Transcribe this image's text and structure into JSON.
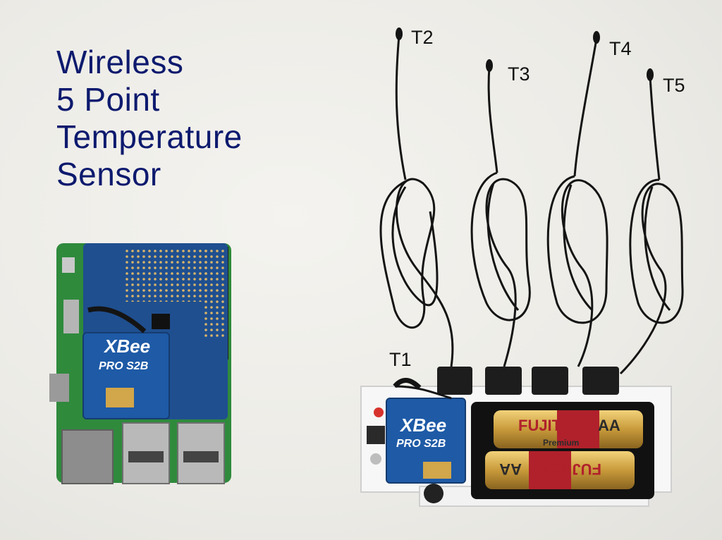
{
  "title": {
    "line1": "Wireless",
    "line2": "5 Point",
    "line3": "Temperature",
    "line4": "Sensor"
  },
  "sensor_labels": {
    "t1": "T1",
    "t2": "T2",
    "t3": "T3",
    "t4": "T4",
    "t5": "T5"
  },
  "module": {
    "brand": "XBee",
    "model": "PRO S2B"
  },
  "battery": {
    "brand": "FUJITSU",
    "size": "AA",
    "grade": "Premium"
  },
  "colors": {
    "title": "#0d1a6e",
    "pcb_green": "#2f8a3c",
    "pcb_blue": "#1f4f8f",
    "cable": "#141414",
    "battery_gold": "#c89a3a",
    "battery_red": "#b0212b"
  }
}
